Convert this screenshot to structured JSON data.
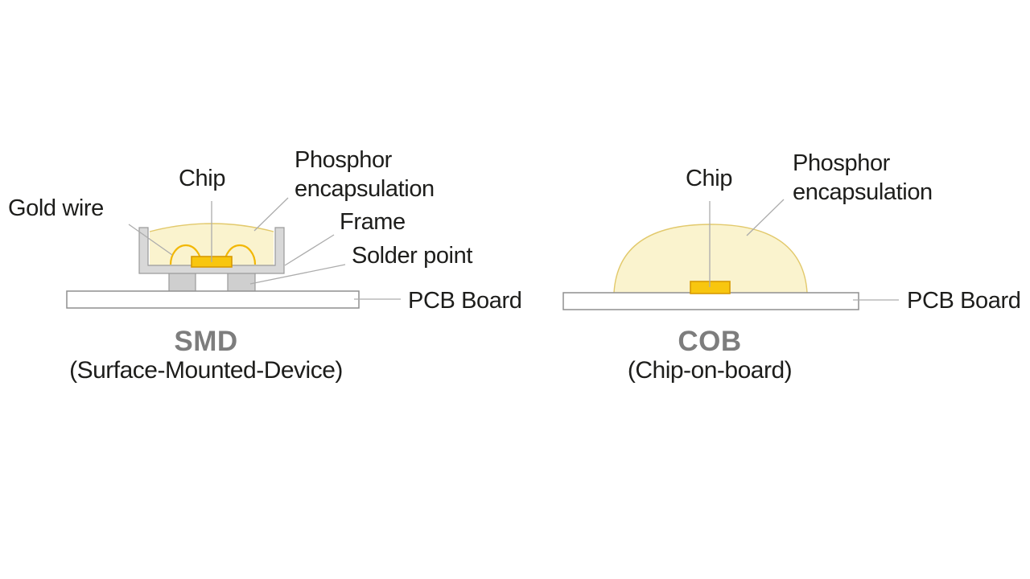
{
  "colors": {
    "background": "#ffffff",
    "phosphor_fill": "#faf3ce",
    "phosphor_outline": "#e2c96c",
    "chip_fill": "#f8c60f",
    "chip_outline": "#d79a03",
    "gold_wire": "#f2b705",
    "frame_fill": "#d8d8d8",
    "frame_outline": "#9a9a9a",
    "solder_fill": "#cfcfcf",
    "pcb_fill": "#ffffff",
    "pcb_outline": "#8f8f8f",
    "leader_line": "#acacac",
    "label_text": "#1d1d1b",
    "title_text": "#7d7d7d"
  },
  "smd": {
    "title": "SMD",
    "subtitle": "(Surface-Mounted-Device)",
    "labels": {
      "gold_wire": "Gold wire",
      "chip": "Chip",
      "phosphor_line1": "Phosphor",
      "phosphor_line2": "encapsulation",
      "frame": "Frame",
      "solder_point": "Solder point",
      "pcb": "PCB Board"
    }
  },
  "cob": {
    "title": "COB",
    "subtitle": "(Chip-on-board)",
    "labels": {
      "chip": "Chip",
      "phosphor_line1": "Phosphor",
      "phosphor_line2": "encapsulation",
      "pcb": "PCB Board"
    }
  }
}
